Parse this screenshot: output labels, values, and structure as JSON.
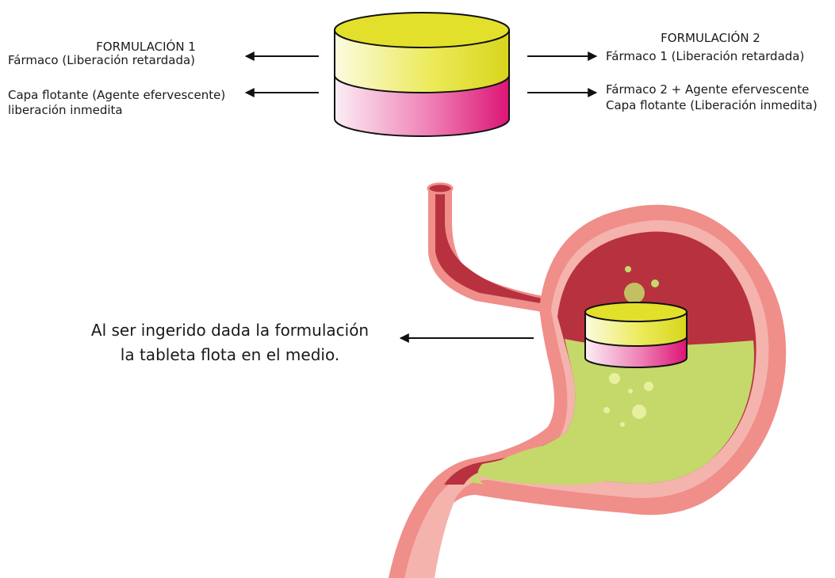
{
  "formulation_1": {
    "title": "FORMULACIÓN 1",
    "upper_layer": "Fármaco  (Liberación retardada)",
    "lower_layer_line1": "Capa flotante (Agente efervescente)",
    "lower_layer_line2": "liberación inmedita"
  },
  "formulation_2": {
    "title": "FORMULACIÓN 2",
    "upper_layer": "Fármaco 1 (Liberación retardada)",
    "lower_layer_line1": "Fármaco 2 + Agente efervescente",
    "lower_layer_line2": "Capa flotante (Liberación inmedita)"
  },
  "stomach_caption": {
    "line1": "Al ser ingerido dada la formulación",
    "line2": "la tableta flota en el medio."
  },
  "colors": {
    "tablet_top": "#e3e02c",
    "tablet_bottom": "#e0207a",
    "stomach_outer": "#f08e8a",
    "stomach_wall": "#f5b3ae",
    "stomach_cavity": "#b8313f",
    "gastric_fluid": "#c4d96a",
    "arrow": "#111111"
  }
}
